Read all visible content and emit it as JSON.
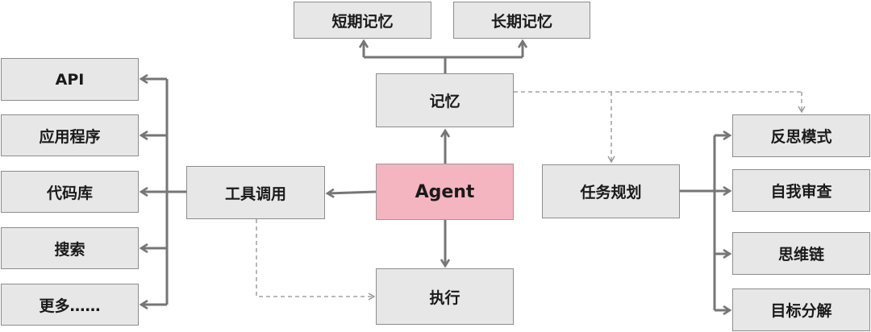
{
  "nodes": {
    "agent": "Agent",
    "memory": "记忆",
    "short_term_memory": "短期记忆",
    "long_term_memory": "长期记忆",
    "tool_use": "工具调用",
    "execution": "执行",
    "task_planning": "任务规划",
    "tools": {
      "api": "API",
      "application": "应用程序",
      "code_library": "代码库",
      "search": "搜索",
      "more": "更多……"
    },
    "planning": {
      "reflection_mode": "反思模式",
      "self_review": "自我审查",
      "chain_of_thought": "思维链",
      "goal_decomposition": "目标分解"
    }
  },
  "colors": {
    "center_fill": "#f4b4c0",
    "box_fill": "#e7e7e7",
    "box_border": "#8c8c8c",
    "arrow": "#767676"
  }
}
